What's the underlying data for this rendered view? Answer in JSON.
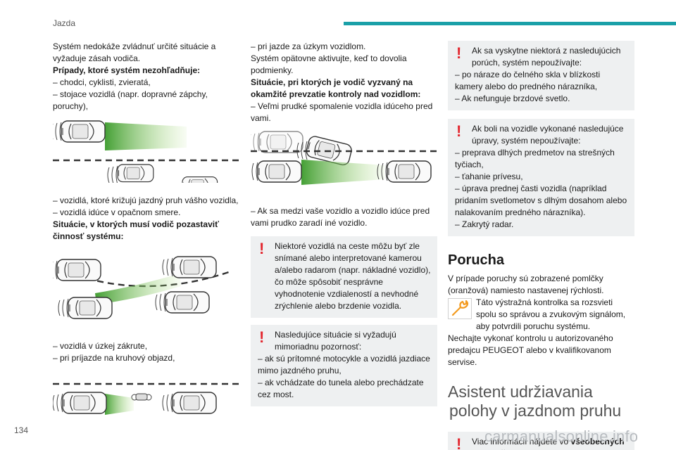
{
  "header": {
    "section": "Jazda",
    "bar_color": "#1aa0a8"
  },
  "page_number": "134",
  "watermark": "carmanualsonline.info",
  "col1": {
    "p1": "Systém nedokáže zvládnuť určité situácie a vyžaduje zásah vodiča.",
    "h1": "Prípady, ktoré systém nezohľadňuje:",
    "l1": "– chodci, cyklisti, zvieratá,",
    "l2": "– stojace vozidlá (napr. dopravné zápchy, poruchy),",
    "l3": "– vozidlá, ktoré križujú jazdný pruh vášho vozidla,",
    "l4": "– vozidlá idúce v opačnom smere.",
    "h2": "Situácie, v ktorých musí vodič pozastaviť činnosť systému:",
    "l5": "– vozidlá v úzkej zákrute,",
    "l6": "– pri príjazde na kruhový objazd,"
  },
  "col2": {
    "l1": "– pri jazde za úzkym vozidlom.",
    "p1": "Systém opätovne aktivujte, keď to dovolia podmienky.",
    "h1": "Situácie, pri ktorých je vodič vyzvaný na okamžité prevzatie kontroly nad vozidlom:",
    "l2": "– Veľmi prudké spomalenie vozidla idúceho pred vami.",
    "l3": "– Ak sa medzi vaše vozidlo a vozidlo idúce pred vami prudko zaradí iné vozidlo.",
    "w1": "Niektoré vozidlá na ceste môžu byť zle snímané alebo interpretované kamerou a/alebo radarom (napr. nákladné vozidlo), čo môže spôsobiť nesprávne vyhodnotenie vzdialeností a nevhodné zrýchlenie alebo brzdenie vozidla.",
    "w2": "Nasledujúce situácie si vyžadujú mimoriadnu pozornosť:",
    "w2l1": "– ak sú prítomné motocykle a vozidlá jazdiace mimo jazdného pruhu,",
    "w2l2": "– ak vchádzate do tunela alebo prechádzate cez most."
  },
  "col3": {
    "w1": "Ak sa vyskytne niektorá z nasledujúcich porúch, systém nepoužívajte:",
    "w1l1": "– po náraze do čelného skla v blízkosti kamery alebo do predného nárazníka,",
    "w1l2": "– Ak nefunguje brzdové svetlo.",
    "w2": "Ak boli na vozidle vykonané nasledujúce úpravy, systém nepoužívajte:",
    "w2l1": "– preprava dlhých predmetov na strešných tyčiach,",
    "w2l2": "– ťahanie prívesu,",
    "w2l3": "– úprava prednej časti vozidla (napríklad pridaním svetlometov s dlhým dosahom alebo nalakovaním predného nárazníka).",
    "w2l4": "– Zakrytý radar.",
    "title": "Porucha",
    "p1": "V prípade poruchy sú zobrazené pomlčky (oranžová) namiesto nastavenej rýchlosti.",
    "p2": "Táto výstražná kontrolka sa rozsvieti spolu so správou a zvukovým signálom, aby potvrdili poruchu systému.",
    "p3": "Nechajte vykonať kontrolu u autorizovaného predajcu PEUGEOT alebo v kvalifikovanom servise.",
    "big_title_1": "Asistent udržiavania",
    "big_title_2": "polohy v jazdnom pruhu",
    "w3a": "Viac informácií nájdete vo ",
    "w3b": "všeobecných odporúčaniach týkajúcich sa použitia"
  },
  "colors": {
    "warning": "#e3262e",
    "box": "#eef0f1",
    "wrench": "#f39a1e",
    "beam": "#5cb85c"
  }
}
